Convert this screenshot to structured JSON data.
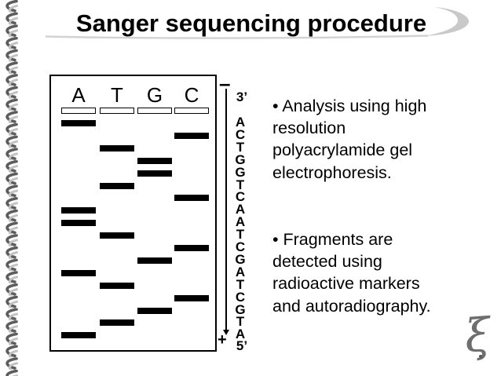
{
  "slide": {
    "title": "Sanger sequencing procedure",
    "background_color": "#ffffff",
    "title_color": "#000000",
    "swoosh_color": "#c9c9c9"
  },
  "gel": {
    "lane_labels": [
      "A",
      "T",
      "G",
      "C"
    ],
    "sequence_3_to_5": [
      "A",
      "C",
      "T",
      "G",
      "G",
      "T",
      "C",
      "A",
      "A",
      "T",
      "C",
      "G",
      "A",
      "T",
      "C",
      "G",
      "T",
      "A"
    ],
    "electrode_negative": "–",
    "electrode_positive": "+",
    "prime_top": "3’",
    "prime_bottom": "5’",
    "band_color": "#000000"
  },
  "bullets": [
    {
      "lines": [
        "• Analysis using high",
        "resolution",
        "polyacrylamide gel",
        "electrophoresis."
      ]
    },
    {
      "lines": [
        "• Fragments are",
        "detected using",
        "radioactive markers",
        "and autoradiography."
      ]
    }
  ],
  "decorations": {
    "spiral_binding": "spiral-coil-left-edge",
    "corner_ornament_glyph": "ξ"
  }
}
